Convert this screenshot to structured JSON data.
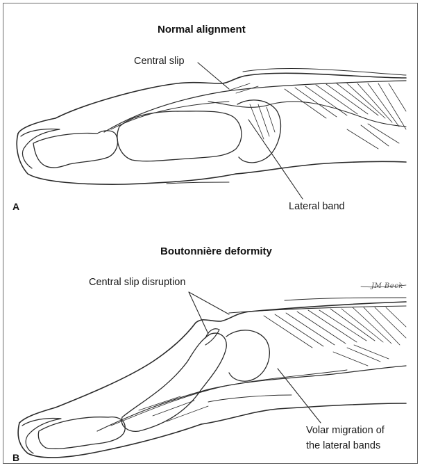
{
  "panel_a": {
    "title": "Normal alignment",
    "letter": "A",
    "labels": {
      "central_slip": "Central slip",
      "lateral_band": "Lateral band"
    }
  },
  "panel_b": {
    "title": "Boutonnière deformity",
    "letter": "B",
    "labels": {
      "central_slip_disruption": "Central slip disruption",
      "volar_migration_line1": "Volar migration of",
      "volar_migration_line2": "the lateral bands"
    },
    "signature": "JM Beck"
  },
  "colors": {
    "ink": "#2a2a2a",
    "frame": "#6b6b6b",
    "background": "#ffffff"
  }
}
